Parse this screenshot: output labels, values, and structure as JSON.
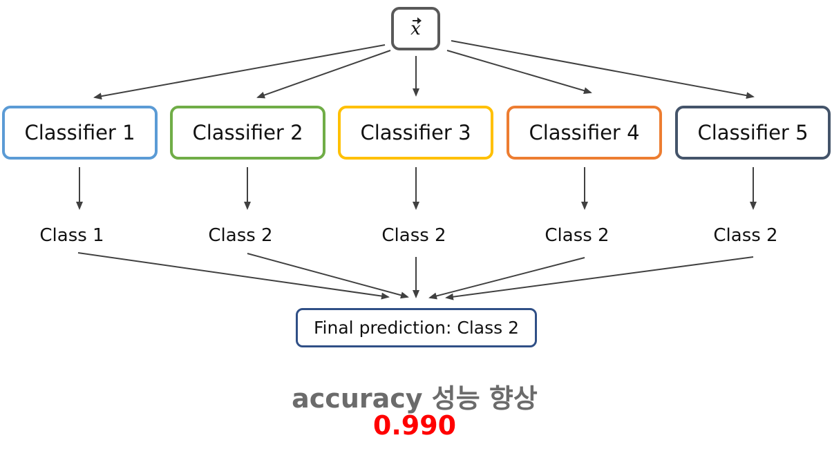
{
  "input": {
    "symbol": "x"
  },
  "classifiers": [
    {
      "label": "Classifier 1",
      "color": "#5b9bd5"
    },
    {
      "label": "Classifier 2",
      "color": "#70ad47"
    },
    {
      "label": "Classifier 3",
      "color": "#ffc000"
    },
    {
      "label": "Classifier 4",
      "color": "#ed7d31"
    },
    {
      "label": "Classifier 5",
      "color": "#44546a"
    }
  ],
  "predictions": [
    "Class 1",
    "Class 2",
    "Class 2",
    "Class 2",
    "Class 2"
  ],
  "final": {
    "label": "Final prediction: Class 2",
    "color": "#2f4f86"
  },
  "result": {
    "title": "accuracy 성능 향상",
    "value": "0.990",
    "value_color": "#ff0000"
  },
  "colors": {
    "arrow": "#404040",
    "input_border": "#595959"
  }
}
